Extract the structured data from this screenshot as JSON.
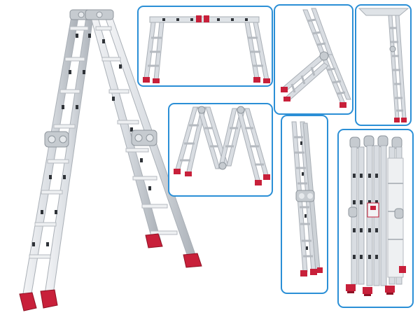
{
  "colors": {
    "frame": "#2b8fd6",
    "rail": "#d9dde2",
    "rail_shadow": "#a9afb6",
    "rung": "#eef0f2",
    "hinge": "#c6cbd0",
    "foot": "#c8203a",
    "foot_dark": "#8e1124",
    "hole": "#2f3338"
  },
  "gallery": {
    "main_image": {
      "subject": "a-frame-mode"
    },
    "panels": [
      {
        "subject": "trestle-mode"
      },
      {
        "subject": "v-fold-mode"
      },
      {
        "subject": "straight-extension-mode"
      },
      {
        "subject": "m-zigzag-mode"
      },
      {
        "subject": "partially-extended-mode"
      },
      {
        "subject": "folded-storage-mode"
      }
    ]
  }
}
